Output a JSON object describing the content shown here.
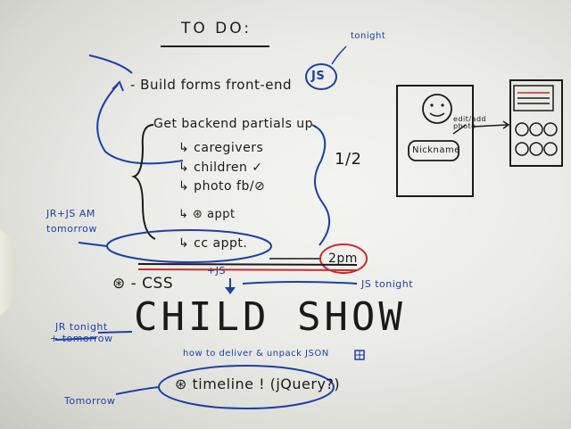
{
  "header": {
    "title": "TO DO:",
    "tonight_note": "tonight"
  },
  "tasks": {
    "build_forms": "- Build forms front-end",
    "js_circle": "JS",
    "backend": "Get backend partials up.",
    "sub_items": [
      "↳ caregivers",
      "↳ children ✓",
      "↳ photo fb/⊘",
      "↳ ⊛ appt",
      "↳ cc appt."
    ],
    "half": "1/2",
    "jr_js_am": "JR+JS AM",
    "tomorrow_1": "tomorrow",
    "two_pm": "2pm",
    "css": "⊛ - CSS",
    "plus_js": "+JS",
    "js_tonight": "JS tonight",
    "jr_tonight": "JR tonight",
    "tomorrow_struck": "+ tomorrow",
    "child_show": "CHILD SHOW",
    "json_note": "how to deliver & unpack JSON",
    "timeline": "⊛ timeline ! (jQuery?)",
    "tomorrow_2": "Tomorrow"
  },
  "sketch": {
    "nickname": "Nickname",
    "edit_photo": "edit/add photo"
  },
  "colors": {
    "black_marker": "#1a1a1a",
    "blue_marker": "#1d3fa6",
    "red_marker": "#c8292e",
    "board": "#ebebe7"
  }
}
